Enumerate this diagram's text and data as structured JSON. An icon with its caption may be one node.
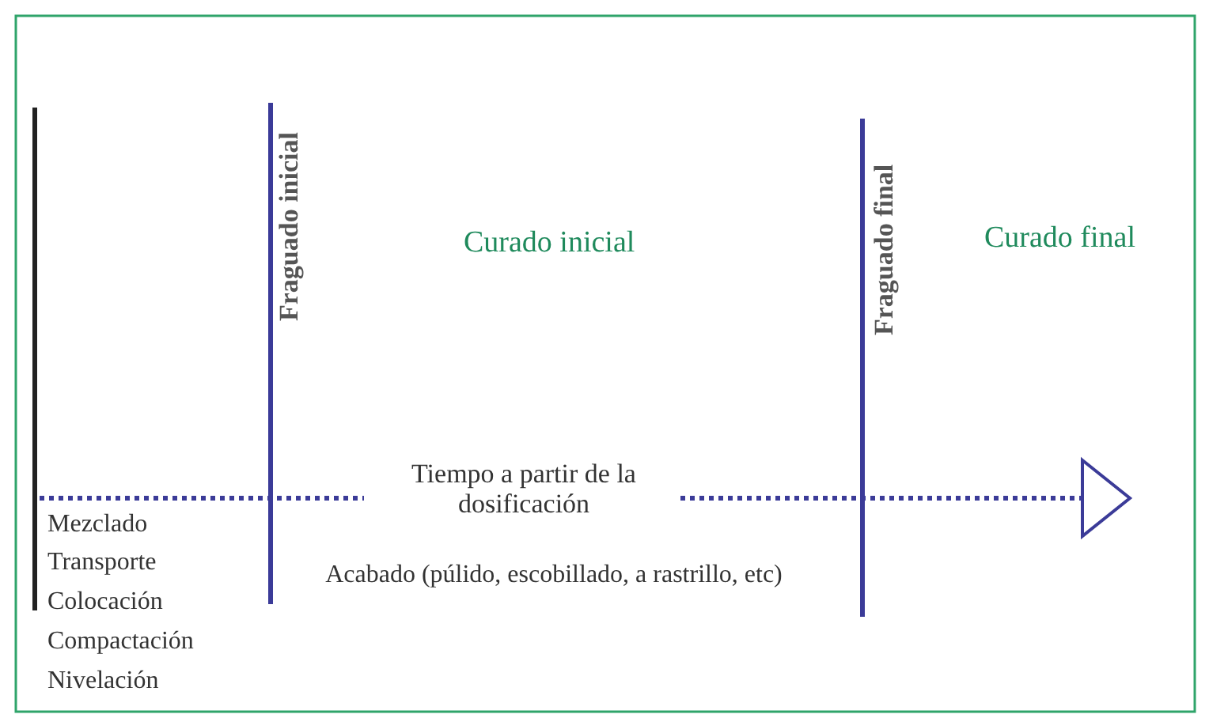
{
  "diagram": {
    "labels": [
      "Fraguado inicial",
      "Curado inicial",
      "Fraguado final",
      "Curado final",
      "Tiempo a partir de la dosificación",
      "Mezclado",
      "Transporte",
      "Colocación",
      "Compactación",
      "Nivelación",
      "Acabado (púlido, escobillado, a rastrillo, etc)"
    ]
  }
}
